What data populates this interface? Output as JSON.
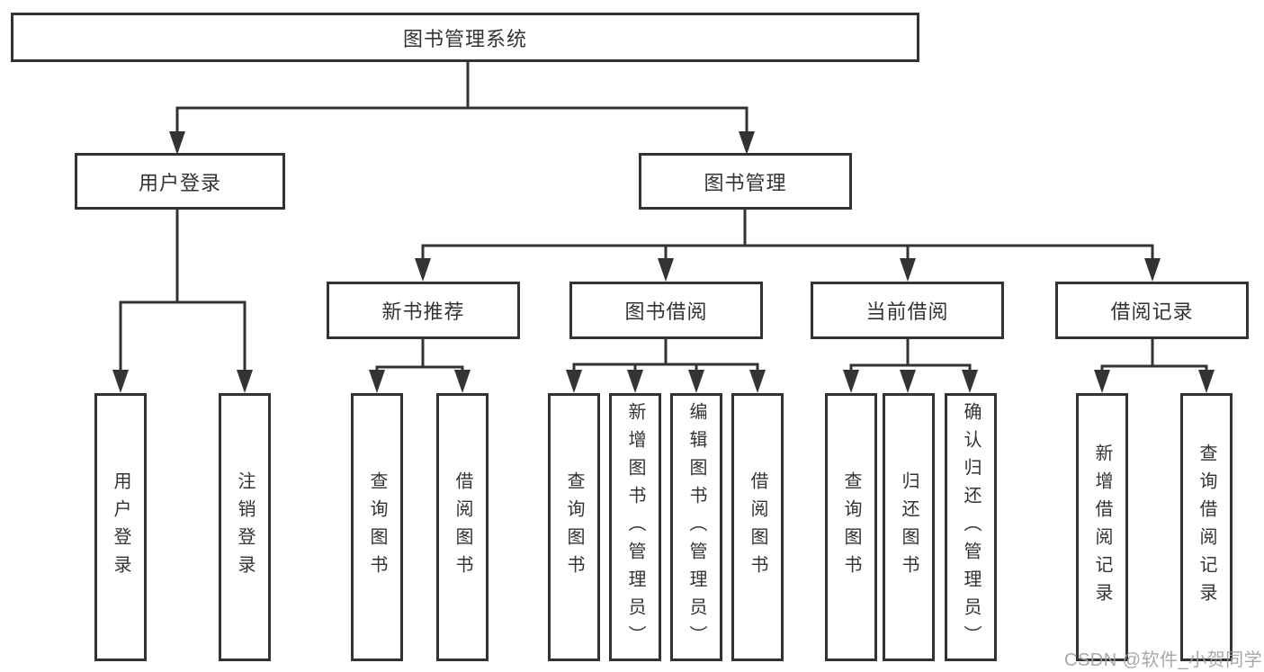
{
  "tree": {
    "root": "图书管理系统",
    "user_login": {
      "label": "用户登录",
      "children": [
        "用户登录",
        "注销登录"
      ]
    },
    "book_mgmt": {
      "label": "图书管理",
      "groups": [
        {
          "label": "新书推荐",
          "children": [
            "查询图书",
            "借阅图书"
          ]
        },
        {
          "label": "图书借阅",
          "children": [
            "查询图书",
            "新增图书（管理员）",
            "编辑图书（管理员）",
            "借阅图书"
          ]
        },
        {
          "label": "当前借阅",
          "children": [
            "查询图书",
            "归还图书",
            "确认归还（管理员）"
          ]
        },
        {
          "label": "借阅记录",
          "children": [
            "新增借阅记录",
            "查询借阅记录"
          ]
        }
      ]
    }
  },
  "watermark": "CSDN @软件_小贺同学",
  "colors": {
    "line": "#333333",
    "text": "#333333",
    "watermark": "#9e9e9e",
    "background": "#ffffff"
  }
}
